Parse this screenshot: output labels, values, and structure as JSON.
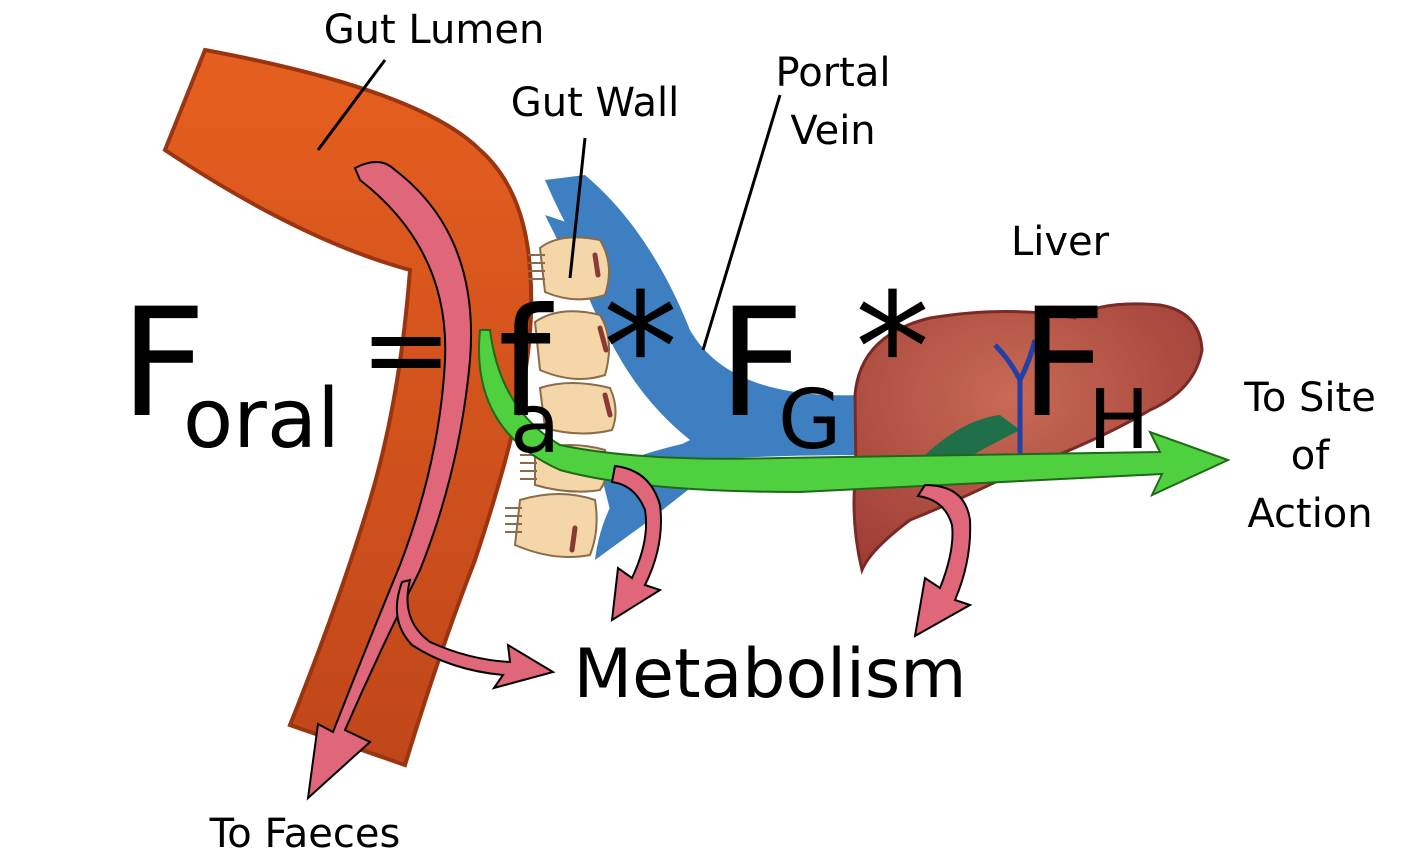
{
  "labels": {
    "gut_lumen": "Gut Lumen",
    "gut_wall": "Gut Wall",
    "portal_vein_line1": "Portal",
    "portal_vein_line2": "Vein",
    "liver": "Liver",
    "to_site_line1": "To Site",
    "to_site_line2": "of",
    "to_site_line3": "Action",
    "metabolism": "Metabolism",
    "to_faeces": "To Faeces"
  },
  "equation": {
    "f_oral_main": "F",
    "f_oral_sub": "oral",
    "equals": "=",
    "fa_main": "f",
    "fa_sub": "a",
    "times1": "*",
    "fg_main": "F",
    "fg_sub": "G",
    "times2": "*",
    "fh_main": "F",
    "fh_sub": "H"
  },
  "colors": {
    "gut": "#d2561c",
    "gut_outline": "#9a3510",
    "gut_wall_cells": "#f5d6a8",
    "portal_vein": "#3d7fc0",
    "liver": "#a94a40",
    "liver_outline": "#7a2a25",
    "absorption_arrow": "#4fd13f",
    "metabolism_arrow": "#e0667a",
    "text": "#000000"
  }
}
